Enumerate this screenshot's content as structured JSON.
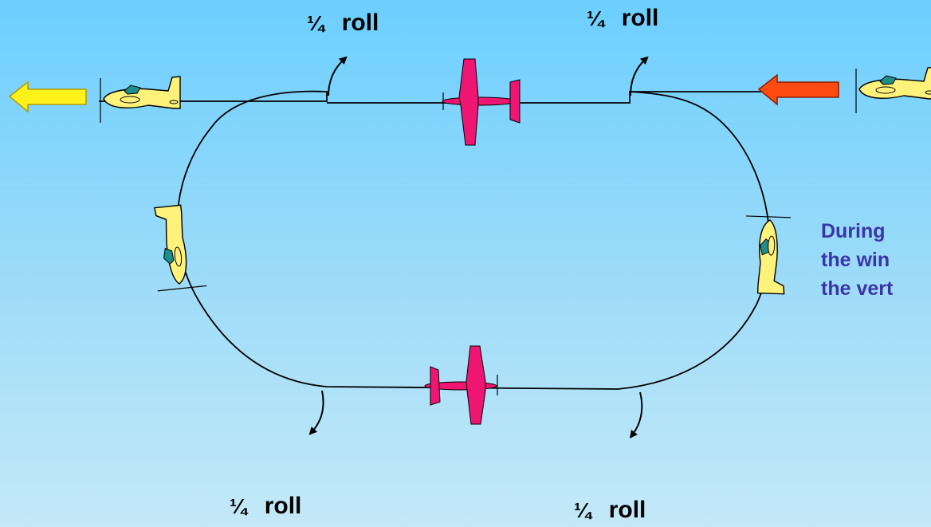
{
  "roll_labels": [
    {
      "fraction": "¼",
      "word": "roll"
    },
    {
      "fraction": "¼",
      "word": "roll"
    },
    {
      "fraction": "¼",
      "word": "roll"
    },
    {
      "fraction": "¼",
      "word": "roll"
    }
  ],
  "side_note": {
    "lines": [
      "During",
      "the win",
      "the vert"
    ]
  },
  "colors": {
    "entry_arrow": "#ff4a12",
    "exit_arrow": "#fff21a",
    "plane_yellow": "#fff27a",
    "plane_pink": "#ee1672",
    "canopy": "#1d8f8a",
    "note_text": "#3a34a8"
  },
  "icons": [
    "entry-arrow-icon",
    "exit-arrow-icon",
    "yellow-plane-icon",
    "pink-plane-icon",
    "roll-arrow-icon"
  ]
}
